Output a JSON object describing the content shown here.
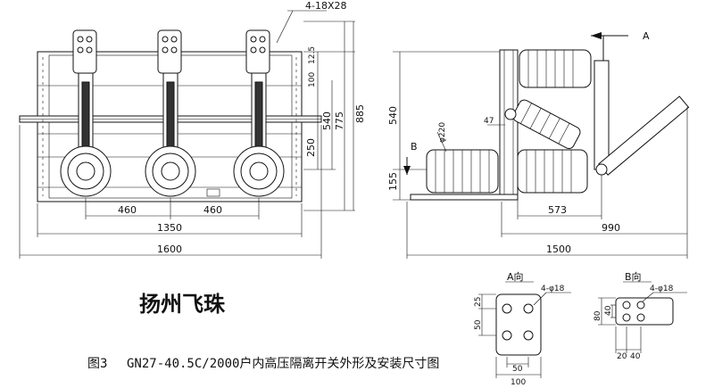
{
  "front_view": {
    "top_hole_label": "4-18X28",
    "dim_1600": "1600",
    "dim_1350": "1350",
    "dim_460_left": "460",
    "dim_460_right": "460",
    "dim_100": "100",
    "dim_12_5": "12.5",
    "dim_540": "540",
    "dim_775": "775",
    "dim_885": "885",
    "dim_250": "250"
  },
  "side_view": {
    "arrow_a": "A",
    "arrow_b": "B",
    "dim_540": "540",
    "dim_155": "155",
    "dim_47": "47",
    "dim_dia220": "φ220",
    "dim_573": "573",
    "dim_990": "990",
    "dim_1500": "1500"
  },
  "view_a": {
    "title": "A向",
    "holes": "4-φ18",
    "dim_25": "25",
    "dim_50_left": "50",
    "dim_50_bottom": "50",
    "dim_100": "100"
  },
  "view_b": {
    "title": "B向",
    "holes": "4-φ18",
    "dim_80": "80",
    "dim_40_left": "40",
    "dim_20": "20",
    "dim_40_bottom": "40"
  },
  "brand": "扬州飞珠",
  "caption": {
    "figure": "图3",
    "title": "GN27-40.5C/2000户内高压隔离开关外形及安装尺寸图"
  }
}
